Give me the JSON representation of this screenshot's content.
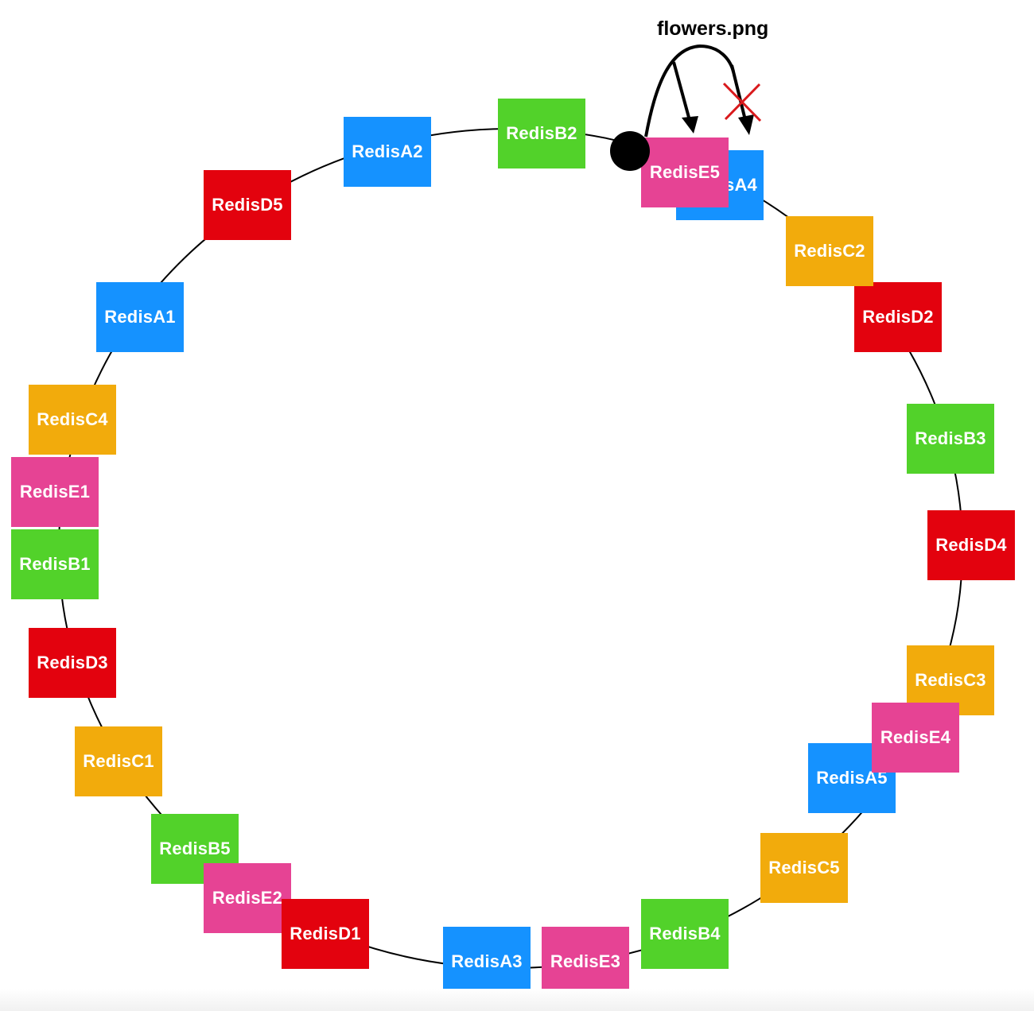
{
  "diagram": {
    "file_label": "flowers.png",
    "colors": {
      "A": "#1592ff",
      "B": "#52d22a",
      "C": "#f2ab0c",
      "D": "#e3020e",
      "E": "#e64394",
      "reject_mark": "#d9191c",
      "ring": "#000000"
    },
    "nodes": [
      {
        "label": "RedisA1",
        "group": "A"
      },
      {
        "label": "RedisA2",
        "group": "A"
      },
      {
        "label": "RedisA3",
        "group": "A"
      },
      {
        "label": "RedisA4",
        "group": "A"
      },
      {
        "label": "RedisA5",
        "group": "A"
      },
      {
        "label": "RedisB1",
        "group": "B"
      },
      {
        "label": "RedisB2",
        "group": "B"
      },
      {
        "label": "RedisB3",
        "group": "B"
      },
      {
        "label": "RedisB4",
        "group": "B"
      },
      {
        "label": "RedisB5",
        "group": "B"
      },
      {
        "label": "RedisC1",
        "group": "C"
      },
      {
        "label": "RedisC2",
        "group": "C"
      },
      {
        "label": "RedisC3",
        "group": "C"
      },
      {
        "label": "RedisC4",
        "group": "C"
      },
      {
        "label": "RedisC5",
        "group": "C"
      },
      {
        "label": "RedisD1",
        "group": "D"
      },
      {
        "label": "RedisD2",
        "group": "D"
      },
      {
        "label": "RedisD3",
        "group": "D"
      },
      {
        "label": "RedisD4",
        "group": "D"
      },
      {
        "label": "RedisD5",
        "group": "D"
      },
      {
        "label": "RedisE1",
        "group": "E"
      },
      {
        "label": "RedisE2",
        "group": "E"
      },
      {
        "label": "RedisE3",
        "group": "E"
      },
      {
        "label": "RedisE4",
        "group": "E"
      },
      {
        "label": "RedisE5",
        "group": "E"
      }
    ]
  }
}
